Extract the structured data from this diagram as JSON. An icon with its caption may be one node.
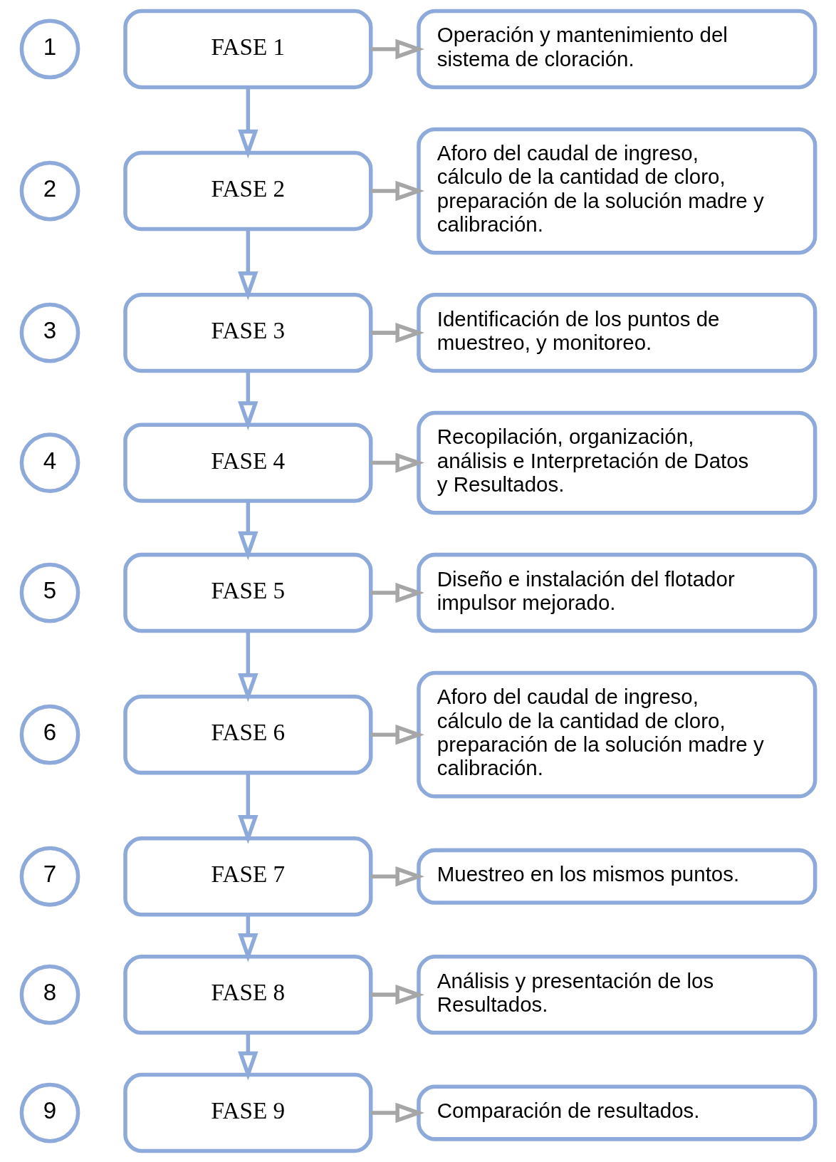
{
  "diagram": {
    "nodes": [
      {
        "text": [
          "1"
        ]
      },
      {
        "text": [
          "FASE 1"
        ]
      },
      {
        "text": [
          "Operación y mantenimiento del sistema de cloración."
        ]
      },
      {
        "text": [
          "2"
        ]
      },
      {
        "text": [
          "FASE 2"
        ]
      },
      {
        "text": [
          "Aforo del caudal de ingreso, cálculo de la cantidad de cloro, preparación de la solución madre y calibración."
        ]
      },
      {
        "text": [
          "3"
        ]
      },
      {
        "text": [
          "FASE 3"
        ]
      },
      {
        "text": [
          "Identificación de los puntos de muestreo, y monitoreo."
        ]
      },
      {
        "text": [
          "4"
        ]
      },
      {
        "text": [
          "FASE 4"
        ]
      },
      {
        "text": [
          "Recopilación, organización, análisis e Interpretación de Datos y Resultados."
        ]
      },
      {
        "text": [
          "5"
        ]
      },
      {
        "text": [
          "FASE 5"
        ]
      },
      {
        "text": [
          "Diseño e instalación del flotador impulsor mejorado."
        ]
      },
      {
        "text": [
          "6"
        ]
      },
      {
        "text": [
          "FASE 6"
        ]
      },
      {
        "text": [
          "Aforo del caudal de ingreso, cálculo de la cantidad de cloro, preparación de la solución madre y calibración."
        ]
      },
      {
        "text": [
          "7"
        ]
      },
      {
        "text": [
          "FASE 7"
        ]
      },
      {
        "text": [
          "Muestreo en los mismos puntos."
        ]
      },
      {
        "text": [
          "8"
        ]
      },
      {
        "text": [
          "FASE 8"
        ]
      },
      {
        "text": [
          "Análisis y presentación de los Resultados."
        ]
      },
      {
        "text": [
          "9"
        ]
      },
      {
        "text": [
          "FASE 9"
        ]
      },
      {
        "text": [
          "Comparación de resultados."
        ]
      }
    ],
    "edges": [
      {
        "from": 1,
        "to": 2,
        "arrow": "to",
        "color": "#a6a6a6"
      },
      {
        "from": 1,
        "to": 4,
        "arrow": "to",
        "color": "#8eaadb"
      },
      {
        "from": 4,
        "to": 5,
        "arrow": "to",
        "color": "#a6a6a6"
      },
      {
        "from": 4,
        "to": 7,
        "arrow": "to",
        "color": "#8eaadb"
      },
      {
        "from": 7,
        "to": 8,
        "arrow": "to",
        "color": "#a6a6a6"
      },
      {
        "from": 7,
        "to": 10,
        "arrow": "to",
        "color": "#8eaadb"
      },
      {
        "from": 10,
        "to": 11,
        "arrow": "to",
        "color": "#a6a6a6"
      },
      {
        "from": 10,
        "to": 13,
        "arrow": "to",
        "color": "#8eaadb"
      },
      {
        "from": 13,
        "to": 14,
        "arrow": "to",
        "color": "#a6a6a6"
      },
      {
        "from": 13,
        "to": 16,
        "arrow": "to",
        "color": "#8eaadb"
      },
      {
        "from": 16,
        "to": 17,
        "arrow": "to",
        "color": "#a6a6a6"
      },
      {
        "from": 16,
        "to": 19,
        "arrow": "to",
        "color": "#8eaadb"
      },
      {
        "from": 19,
        "to": 20,
        "arrow": "to",
        "color": "#a6a6a6"
      },
      {
        "from": 19,
        "to": 22,
        "arrow": "to",
        "color": "#8eaadb"
      },
      {
        "from": 22,
        "to": 23,
        "arrow": "to",
        "color": "#a6a6a6"
      },
      {
        "from": 22,
        "to": 25,
        "arrow": "to",
        "color": "#8eaadb"
      },
      {
        "from": 25,
        "to": 26,
        "arrow": "to",
        "color": "#a6a6a6"
      }
    ]
  }
}
